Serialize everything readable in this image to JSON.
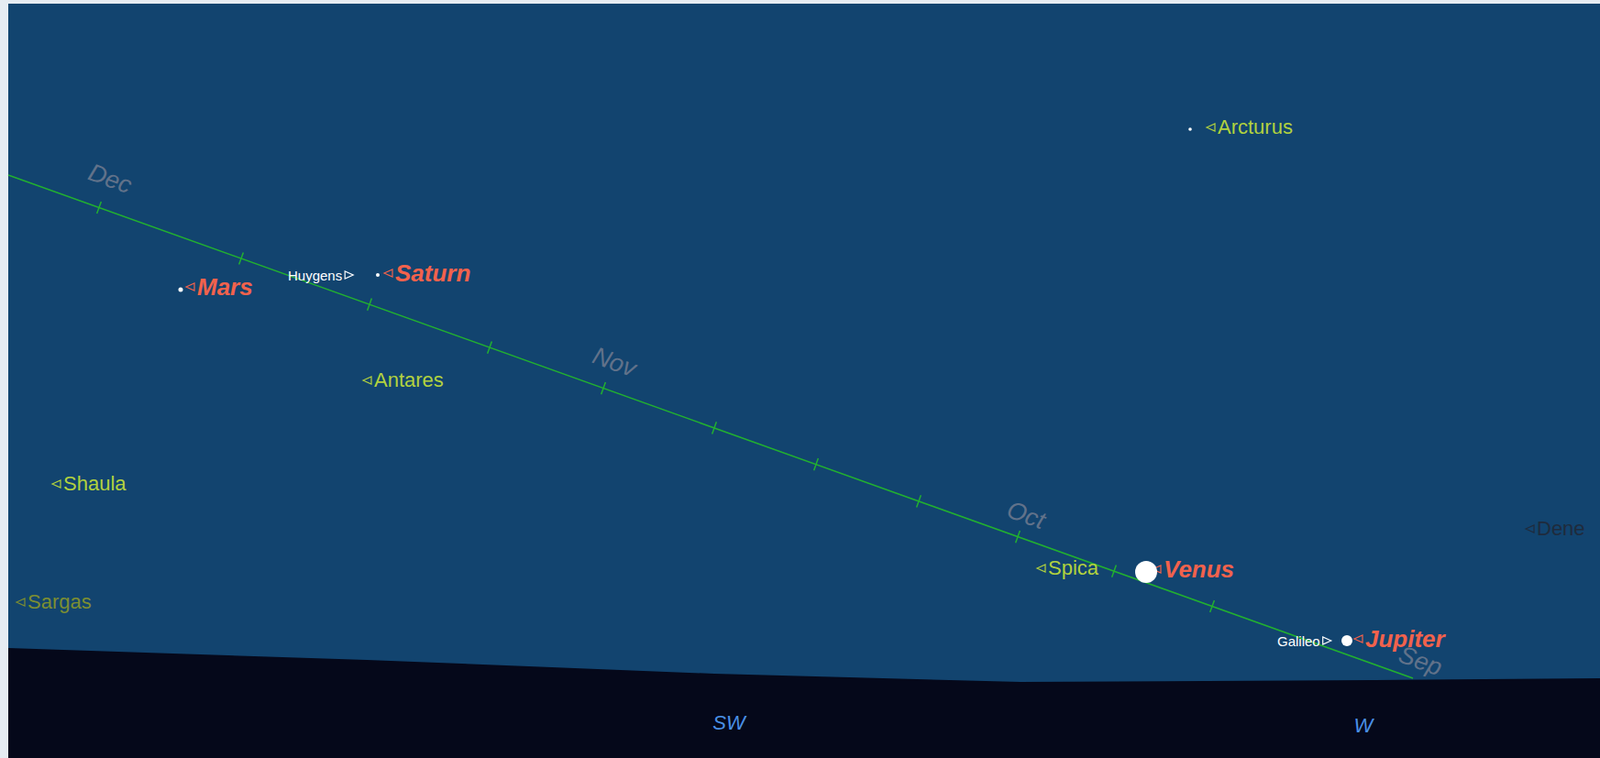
{
  "diagram": {
    "labels": [
      "Arcturus",
      "Dec",
      "Huygens",
      "Saturn",
      "Mars",
      "Antares",
      "Nov",
      "Shaula",
      "Oct",
      "Dene",
      "Spica",
      "Venus",
      "Sargas",
      "Galileo",
      "Jupiter",
      "Sep",
      "SW",
      "W"
    ]
  }
}
